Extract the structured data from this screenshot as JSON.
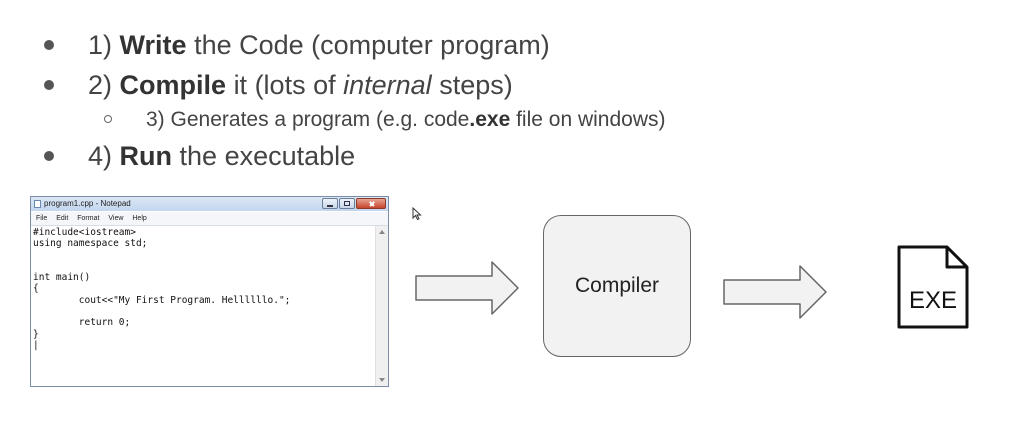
{
  "bullets": [
    {
      "num": "1)",
      "bold": "Write",
      "rest": "the Code (computer program)"
    },
    {
      "num": "2)",
      "bold": "Compile",
      "mid": "it (lots of",
      "italic": "internal",
      "rest": "steps)"
    },
    {
      "num": "3)",
      "pre": "Generates a program (e.g. code",
      "bold": ".exe",
      "rest": "file on windows)"
    },
    {
      "num": "4)",
      "bold": "Run",
      "rest": "the executable"
    }
  ],
  "notepad": {
    "title": "program1.cpp - Notepad",
    "menu": [
      "File",
      "Edit",
      "Format",
      "View",
      "Help"
    ],
    "code": "#include<iostream>\nusing namespace std;\n\n\nint main()\n{\n        cout<<\"My First Program. Hellllllo.\";\n\n        return 0;\n}\n|"
  },
  "diagram": {
    "compiler_label": "Compiler",
    "exe_label": "EXE"
  },
  "icons": [
    "notepad-icon",
    "arrow-right-icon",
    "mouse-cursor-icon",
    "exe-file-icon"
  ],
  "colors": {
    "text": "#444444",
    "bold": "#333333",
    "box_fill": "#f2f2f2",
    "box_border": "#666666",
    "arrow_fill": "#f2f2f2"
  }
}
